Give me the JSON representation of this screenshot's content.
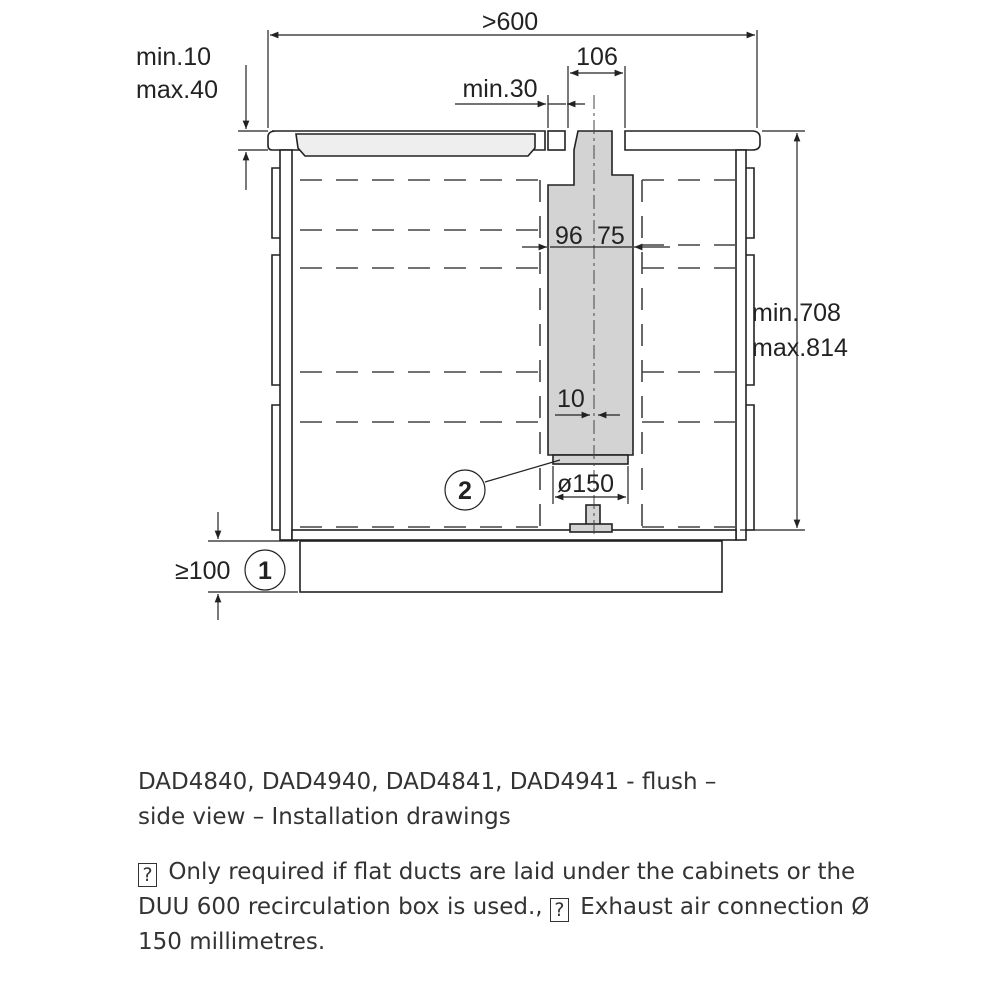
{
  "dimensions": {
    "total_width": ">600",
    "ventilation_width": "106",
    "gap": "min.30",
    "worktop_min": "min.10",
    "worktop_max": "max.40",
    "height_min": "min.708",
    "height_max": "max.814",
    "left_offset": "96",
    "right_offset": "75",
    "center_offset": "10",
    "duct_diameter": "ø150",
    "plinth": "≥100"
  },
  "callouts": {
    "one": "1",
    "two": "2"
  },
  "caption": {
    "line1": "DAD4840, DAD4940, DAD4841, DAD4941 -  flush –",
    "line2": "side view – Installation drawings"
  },
  "note": {
    "marker1": "?",
    "part1": "Only required if flat ducts are laid under the cabinets",
    "part2": "or the DUU 600 recirculation box is used.,",
    "marker2": "?",
    "part3": "Exhaust air",
    "part4": "connection Ø 150 millimetres."
  }
}
